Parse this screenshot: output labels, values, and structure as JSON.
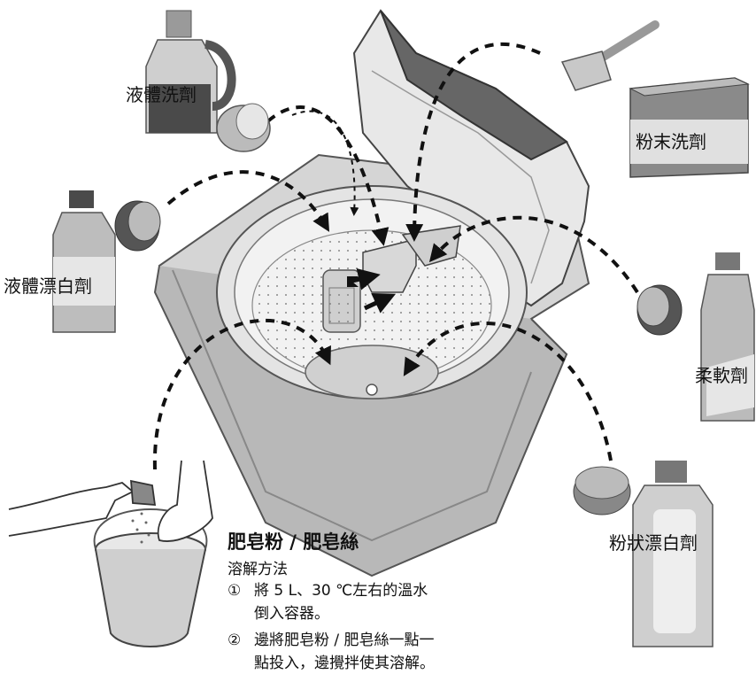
{
  "labels": {
    "liquid_detergent": "液體洗劑",
    "powder_detergent": "粉末洗劑",
    "liquid_bleach": "液體漂白劑",
    "softener": "柔軟劑",
    "powder_bleach": "粉狀漂白劑"
  },
  "soap_section": {
    "title": "肥皂粉 / 肥皂絲",
    "subtitle": "溶解方法",
    "steps": [
      {
        "num": "①",
        "line1": "將 5 L、30 ℃左右的溫水",
        "line2": "倒入容器。"
      },
      {
        "num": "②",
        "line1": "邊將肥皂粉 / 肥皂絲一點一",
        "line2": "點投入，邊攪拌使其溶解。"
      }
    ]
  },
  "colors": {
    "body_gray": "#cfcfcf",
    "dark_gray": "#5a5a5a",
    "mid_gray": "#9a9a9a",
    "light_gray": "#e8e8e8",
    "line": "#111111"
  }
}
